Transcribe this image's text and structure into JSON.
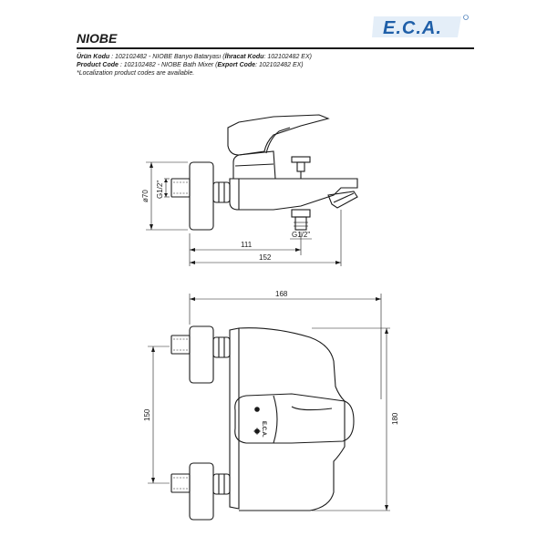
{
  "header": {
    "brand": "E.C.A.",
    "title": "NIOBE"
  },
  "info": {
    "tr_label": "Ürün Kodu",
    "tr_text_a": "   : 102102482 - NIOBE Banyo Bataryası (",
    "tr_export_label": "İhracat Kodu",
    "tr_text_b": ": 102102482 EX)",
    "en_label": "Product Code",
    "en_text_a": ": 102102482 - NIOBE Bath Mixer (",
    "en_export_label": "Export Code",
    "en_text_b": ": 102102482 EX)",
    "note": "*Localization product codes are available."
  },
  "dimensions": {
    "side_height": "ø70",
    "side_thread": "G1/2\"",
    "outlet_thread": "G1/2\"",
    "depth_inner": "111",
    "depth_total": "152",
    "width_total": "168",
    "centers": "150",
    "height_total": "180"
  }
}
